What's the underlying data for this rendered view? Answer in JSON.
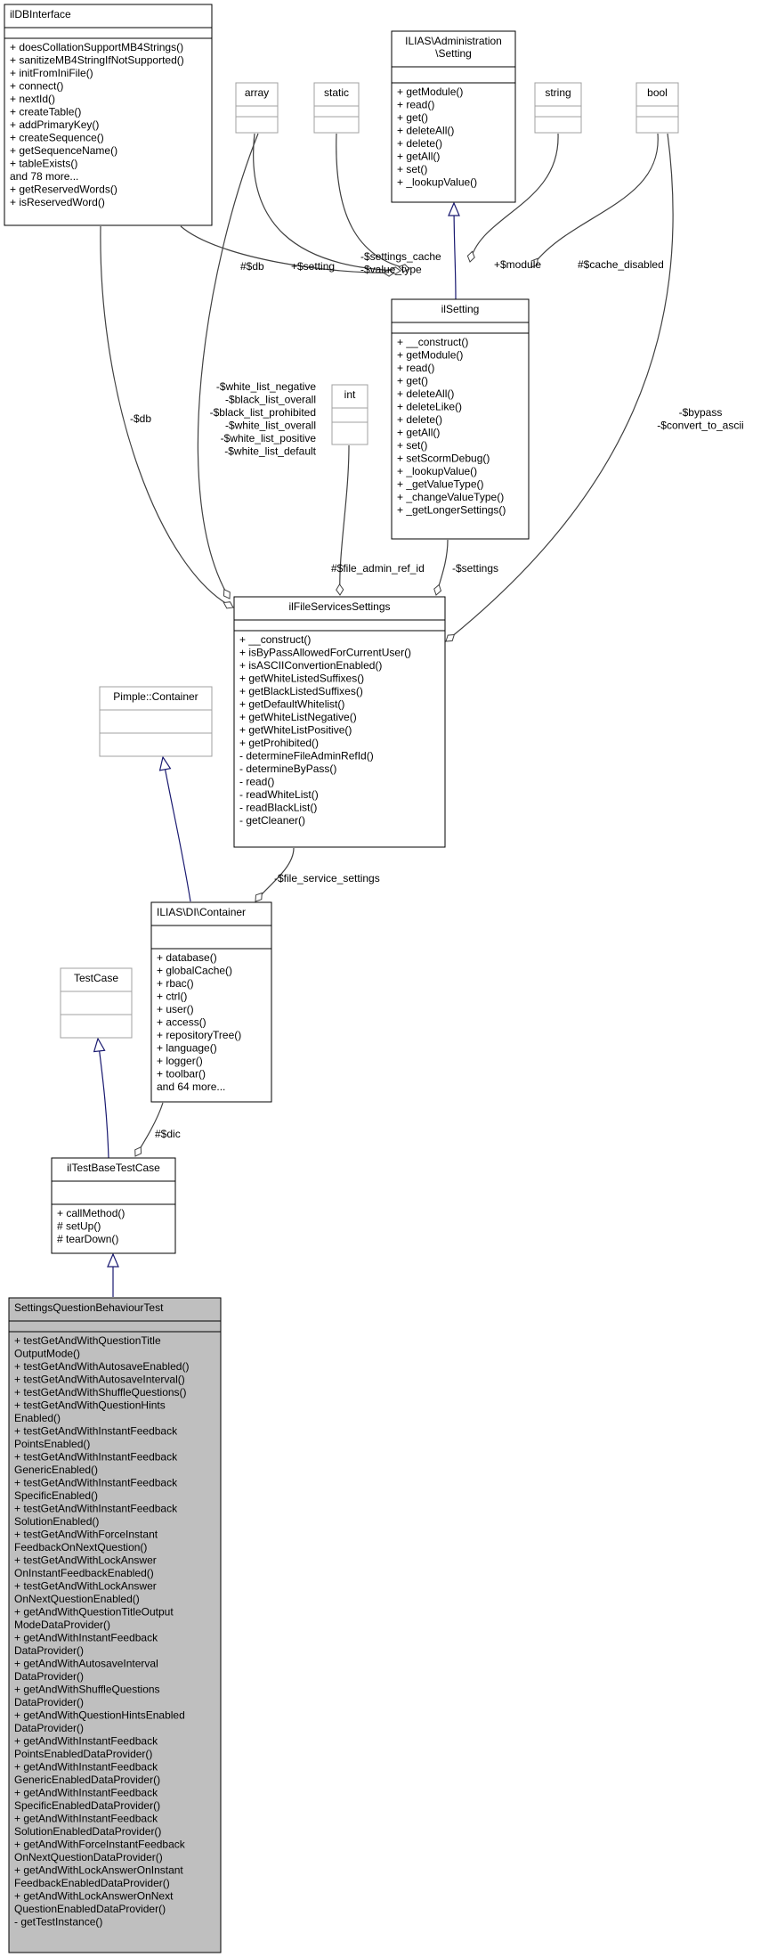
{
  "classes": {
    "ildbinterface": {
      "title": [
        "ilDBInterface"
      ],
      "methods": [
        "+ doesCollationSupportMB4Strings()",
        "+ sanitizeMB4StringIfNotSupported()",
        "+ initFromIniFile()",
        "+ connect()",
        "+ nextId()",
        "+ createTable()",
        "+ addPrimaryKey()",
        "+ createSequence()",
        "+ getSequenceName()",
        "+ tableExists()",
        "and 78 more...",
        "+ getReservedWords()",
        "+ isReservedWord()"
      ]
    },
    "array": {
      "title": [
        "array"
      ],
      "methods": []
    },
    "static": {
      "title": [
        "static"
      ],
      "methods": []
    },
    "admin_setting": {
      "title": [
        "ILIAS\\Administration",
        "\\Setting"
      ],
      "methods": [
        "+ getModule()",
        "+ read()",
        "+ get()",
        "+ deleteAll()",
        "+ delete()",
        "+ getAll()",
        "+ set()",
        "+ _lookupValue()"
      ]
    },
    "string": {
      "title": [
        "string"
      ],
      "methods": []
    },
    "bool": {
      "title": [
        "bool"
      ],
      "methods": []
    },
    "ilsetting": {
      "title": [
        "ilSetting"
      ],
      "methods": [
        "+ __construct()",
        "+ getModule()",
        "+ read()",
        "+ get()",
        "+ deleteAll()",
        "+ deleteLike()",
        "+ delete()",
        "+ getAll()",
        "+ set()",
        "+ setScormDebug()",
        "+ _lookupValue()",
        "+ _getValueType()",
        "+ _changeValueType()",
        "+ _getLongerSettings()"
      ]
    },
    "int": {
      "title": [
        "int"
      ],
      "methods": []
    },
    "ilfileservicessettings": {
      "title": [
        "ilFileServicesSettings"
      ],
      "methods": [
        "+ __construct()",
        "+ isByPassAllowedForCurrentUser()",
        "+ isASCIIConvertionEnabled()",
        "+ getWhiteListedSuffixes()",
        "+ getBlackListedSuffixes()",
        "+ getDefaultWhitelist()",
        "+ getWhiteListNegative()",
        "+ getWhiteListPositive()",
        "+ getProhibited()",
        "- determineFileAdminRefId()",
        "- determineByPass()",
        "- read()",
        "- readWhiteList()",
        "- readBlackList()",
        "- getCleaner()"
      ]
    },
    "pimple": {
      "title": [
        "Pimple::Container"
      ],
      "methods": []
    },
    "di_container": {
      "title": [
        "ILIAS\\DI\\Container"
      ],
      "methods": [
        "+ database()",
        "+ globalCache()",
        "+ rbac()",
        "+ ctrl()",
        "+ user()",
        "+ access()",
        "+ repositoryTree()",
        "+ language()",
        "+ logger()",
        "+ toolbar()",
        "and 64 more..."
      ]
    },
    "testcase": {
      "title": [
        "TestCase"
      ],
      "methods": []
    },
    "iltestbasetestcase": {
      "title": [
        "ilTestBaseTestCase"
      ],
      "methods": [
        "+ callMethod()",
        "# setUp()",
        "# tearDown()"
      ]
    },
    "settingsquestionbehaviourtest": {
      "title": [
        "SettingsQuestionBehaviourTest"
      ],
      "methods": [
        "+ testGetAndWithQuestionTitle",
        "OutputMode()",
        "+ testGetAndWithAutosaveEnabled()",
        "+ testGetAndWithAutosaveInterval()",
        "+ testGetAndWithShuffleQuestions()",
        "+ testGetAndWithQuestionHints",
        "Enabled()",
        "+ testGetAndWithInstantFeedback",
        "PointsEnabled()",
        "+ testGetAndWithInstantFeedback",
        "GenericEnabled()",
        "+ testGetAndWithInstantFeedback",
        "SpecificEnabled()",
        "+ testGetAndWithInstantFeedback",
        "SolutionEnabled()",
        "+ testGetAndWithForceInstant",
        "FeedbackOnNextQuestion()",
        "+ testGetAndWithLockAnswer",
        "OnInstantFeedbackEnabled()",
        "+ testGetAndWithLockAnswer",
        "OnNextQuestionEnabled()",
        "+ getAndWithQuestionTitleOutput",
        "ModeDataProvider()",
        "+ getAndWithInstantFeedback",
        "DataProvider()",
        "+ getAndWithAutosaveInterval",
        "DataProvider()",
        "+ getAndWithShuffleQuestions",
        "DataProvider()",
        "+ getAndWithQuestionHintsEnabled",
        "DataProvider()",
        "+ getAndWithInstantFeedback",
        "PointsEnabledDataProvider()",
        "+ getAndWithInstantFeedback",
        "GenericEnabledDataProvider()",
        "+ getAndWithInstantFeedback",
        "SpecificEnabledDataProvider()",
        "+ getAndWithInstantFeedback",
        "SolutionEnabledDataProvider()",
        "+ getAndWithForceInstantFeedback",
        "OnNextQuestionDataProvider()",
        "+ getAndWithLockAnswerOnInstant",
        "FeedbackEnabledDataProvider()",
        "+ getAndWithLockAnswerOnNext",
        "QuestionEnabledDataProvider()",
        "- getTestInstance()"
      ]
    }
  },
  "edge_labels": {
    "db_setting": [
      "#$db"
    ],
    "setting": [
      "+$setting"
    ],
    "settings_cache": [
      "-$settings_cache",
      "-$value_type"
    ],
    "module": [
      "+$module"
    ],
    "cache_disabled": [
      "#$cache_disabled"
    ],
    "db_files": [
      "-$db"
    ],
    "white_list": [
      "-$white_list_negative",
      "-$black_list_overall",
      "-$black_list_prohibited",
      "-$white_list_overall",
      "-$white_list_positive",
      "-$white_list_default"
    ],
    "bypass": [
      "-$bypass",
      "-$convert_to_ascii"
    ],
    "file_admin_ref_id": [
      "#$file_admin_ref_id"
    ],
    "settings": [
      "-$settings"
    ],
    "file_service_settings": [
      "-$file_service_settings"
    ],
    "dic": [
      "#$dic"
    ]
  },
  "colors": {
    "box_stroke": "#000000",
    "grey_stroke": "#a0a0a0",
    "highlight_fill": "#bfbfbf",
    "inheritance_line": "#191970",
    "usage_line": "#404040"
  }
}
